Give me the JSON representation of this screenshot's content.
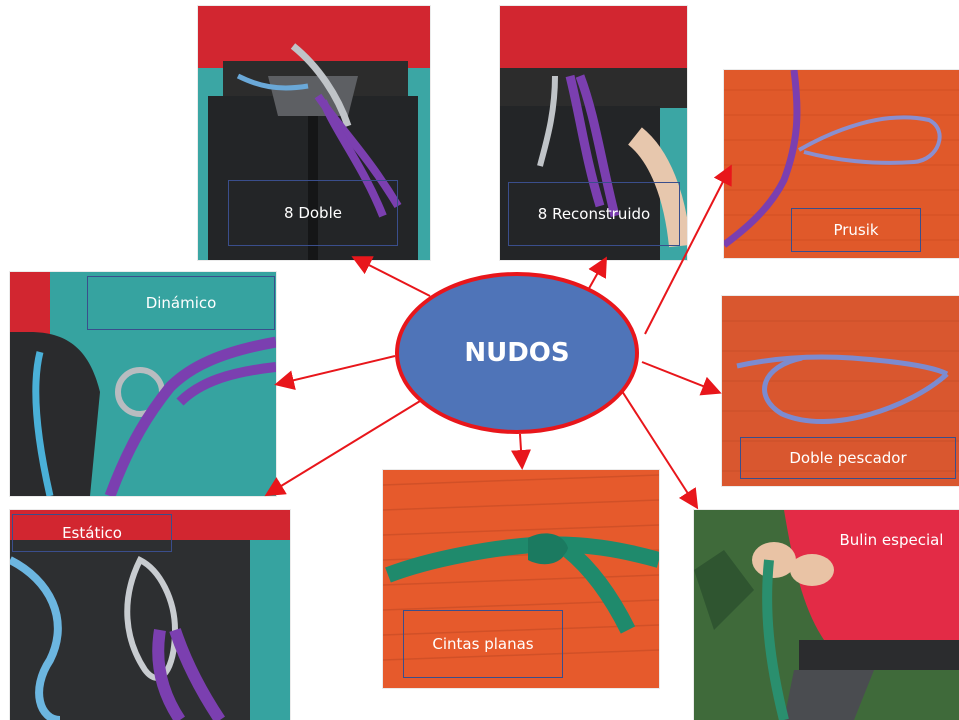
{
  "center": {
    "label": "NUDOS"
  },
  "knots": [
    {
      "label": "8 Doble"
    },
    {
      "label": "8 Reconstruido"
    },
    {
      "label": "Prusik"
    },
    {
      "label": "Dinámico"
    },
    {
      "label": "Doble pescador"
    },
    {
      "label": "Estático"
    },
    {
      "label": "Cintas planas"
    },
    {
      "label": "Bulin especial"
    }
  ],
  "colors": {
    "arrow": "#e8161b",
    "hub_fill": "#4f74b8",
    "hub_border": "#e8161b",
    "rope": "#7b3fb0",
    "mat": "#e0592a",
    "jacket": "#d8242e",
    "floor": "#36a3a0"
  }
}
